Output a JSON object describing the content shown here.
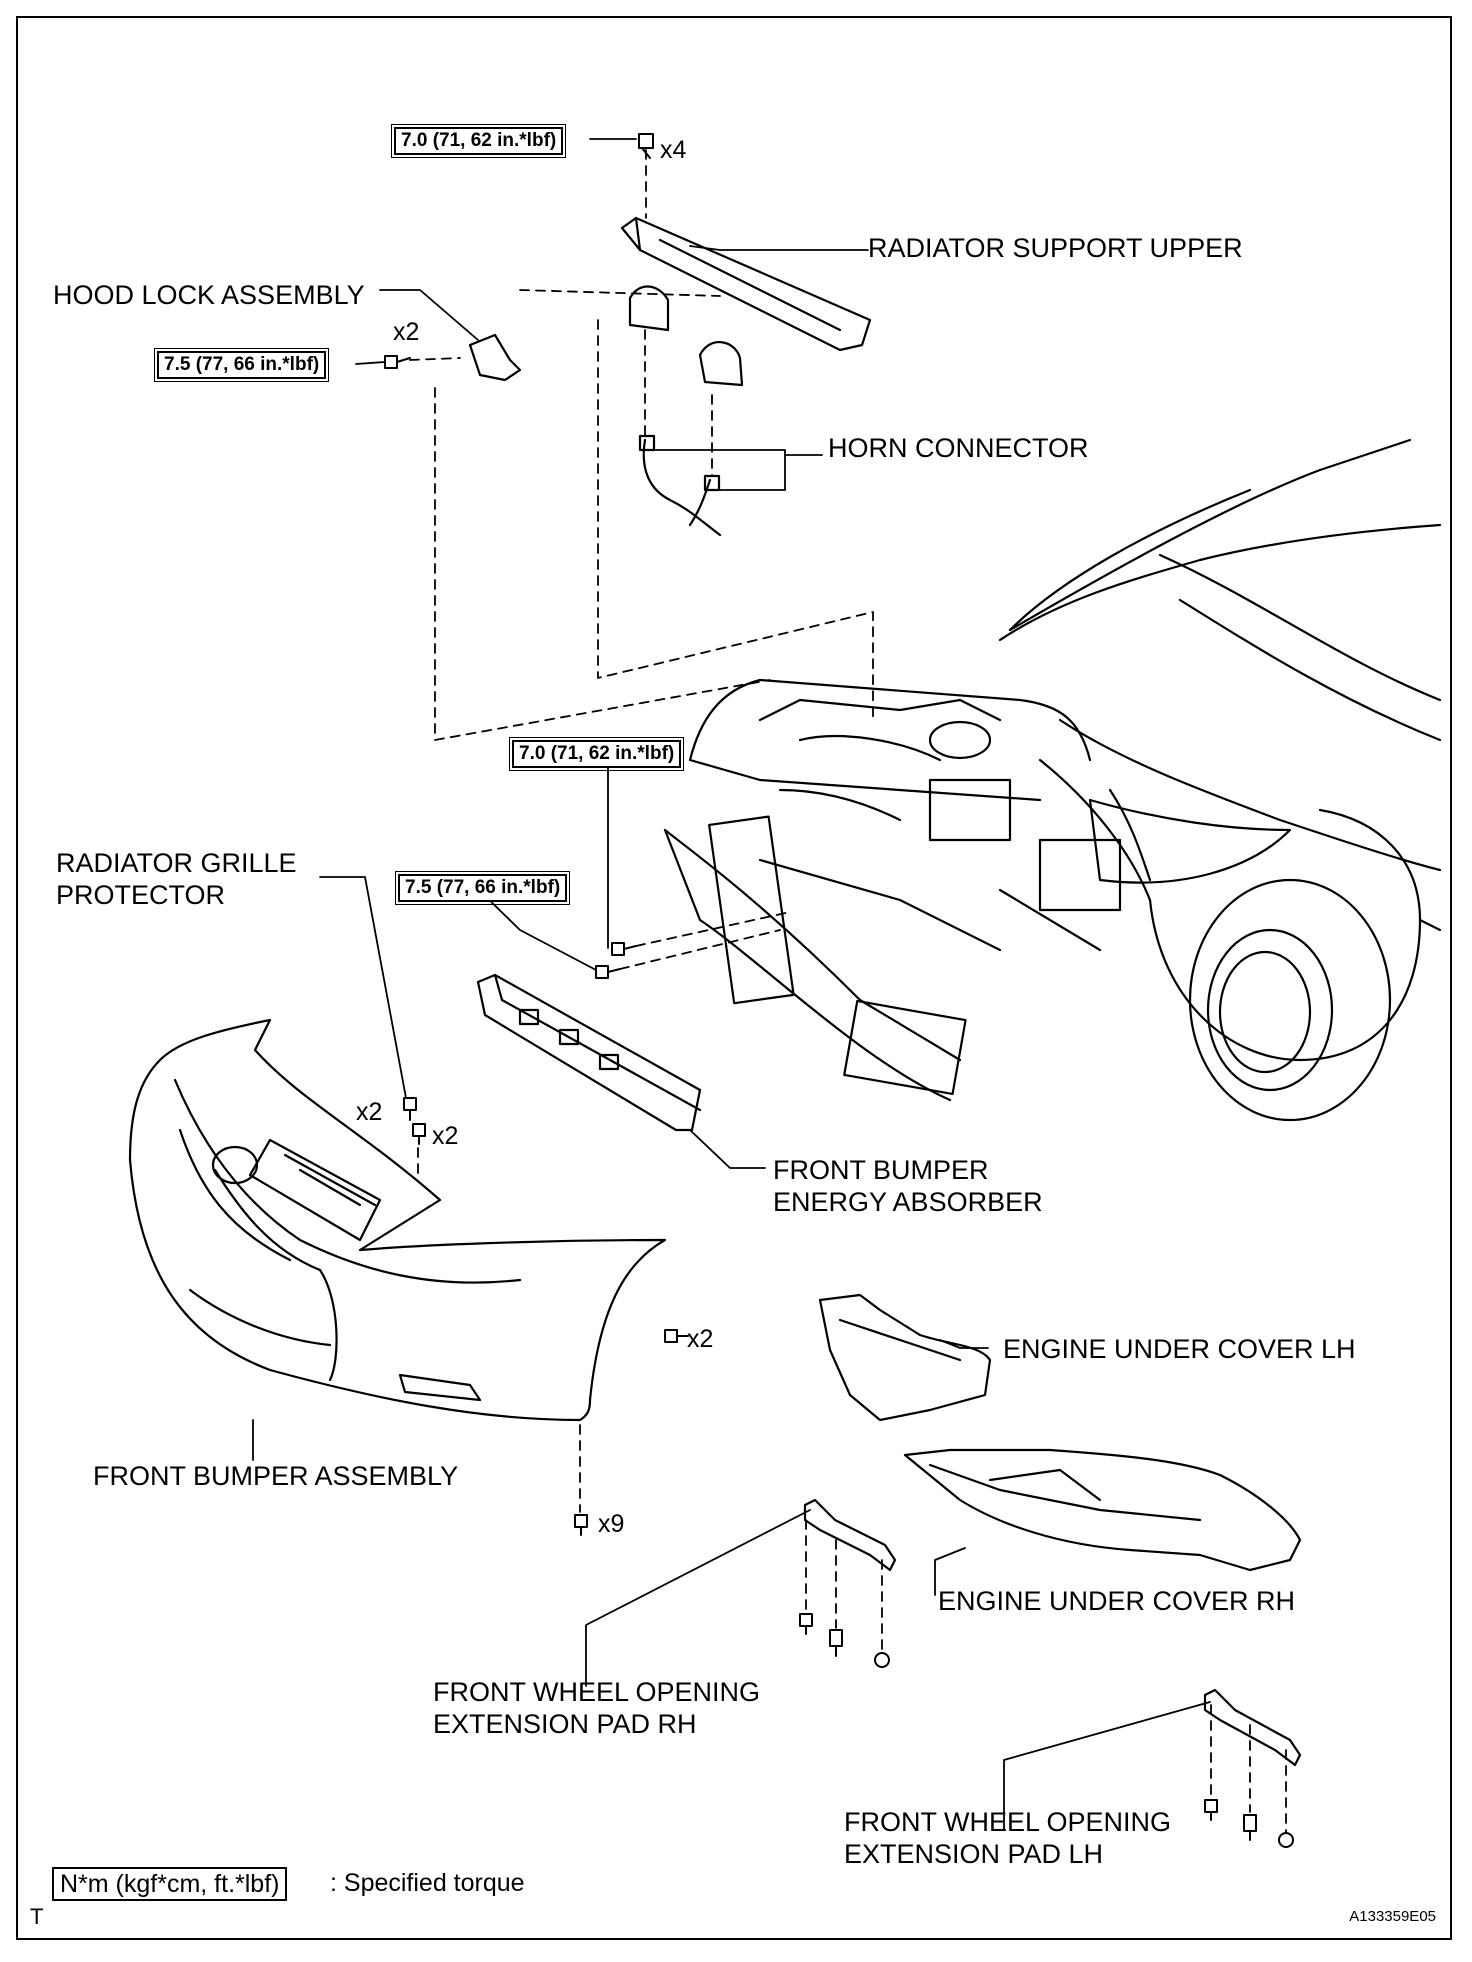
{
  "labels": {
    "radiator_support_upper": "RADIATOR SUPPORT UPPER",
    "hood_lock_assembly": "HOOD LOCK ASSEMBLY",
    "horn_connector": "HORN CONNECTOR",
    "radiator_grille_protector": "RADIATOR GRILLE PROTECTOR",
    "front_bumper_energy_absorber": "FRONT BUMPER ENERGY ABSORBER",
    "front_bumper_assembly": "FRONT BUMPER ASSEMBLY",
    "engine_under_cover_lh": "ENGINE UNDER COVER LH",
    "engine_under_cover_rh": "ENGINE UNDER COVER RH",
    "front_wheel_opening_extension_pad_rh": "FRONT WHEEL OPENING EXTENSION PAD RH",
    "front_wheel_opening_extension_pad_lh": "FRONT WHEEL OPENING EXTENSION PAD LH"
  },
  "torques": {
    "radiator_support_bolts": "7.0 (71, 62 in.*lbf)",
    "hood_lock_bolts": "7.5 (77, 66 in.*lbf)",
    "absorber_upper": "7.0 (71, 62 in.*lbf)",
    "absorber_lower": "7.5 (77, 66 in.*lbf)"
  },
  "quantities": {
    "radiator_support_bolts": "x4",
    "hood_lock_bolts": "x2",
    "grille_screws": "x2",
    "grille_clips": "x2",
    "bumper_side_screws": "x2",
    "bumper_bottom_clips": "x9"
  },
  "legend": {
    "unit_box": "N*m (kgf*cm, ft.*lbf)",
    "description": ": Specified torque"
  },
  "corner_mark": "T",
  "figure_id": "A133359E05"
}
